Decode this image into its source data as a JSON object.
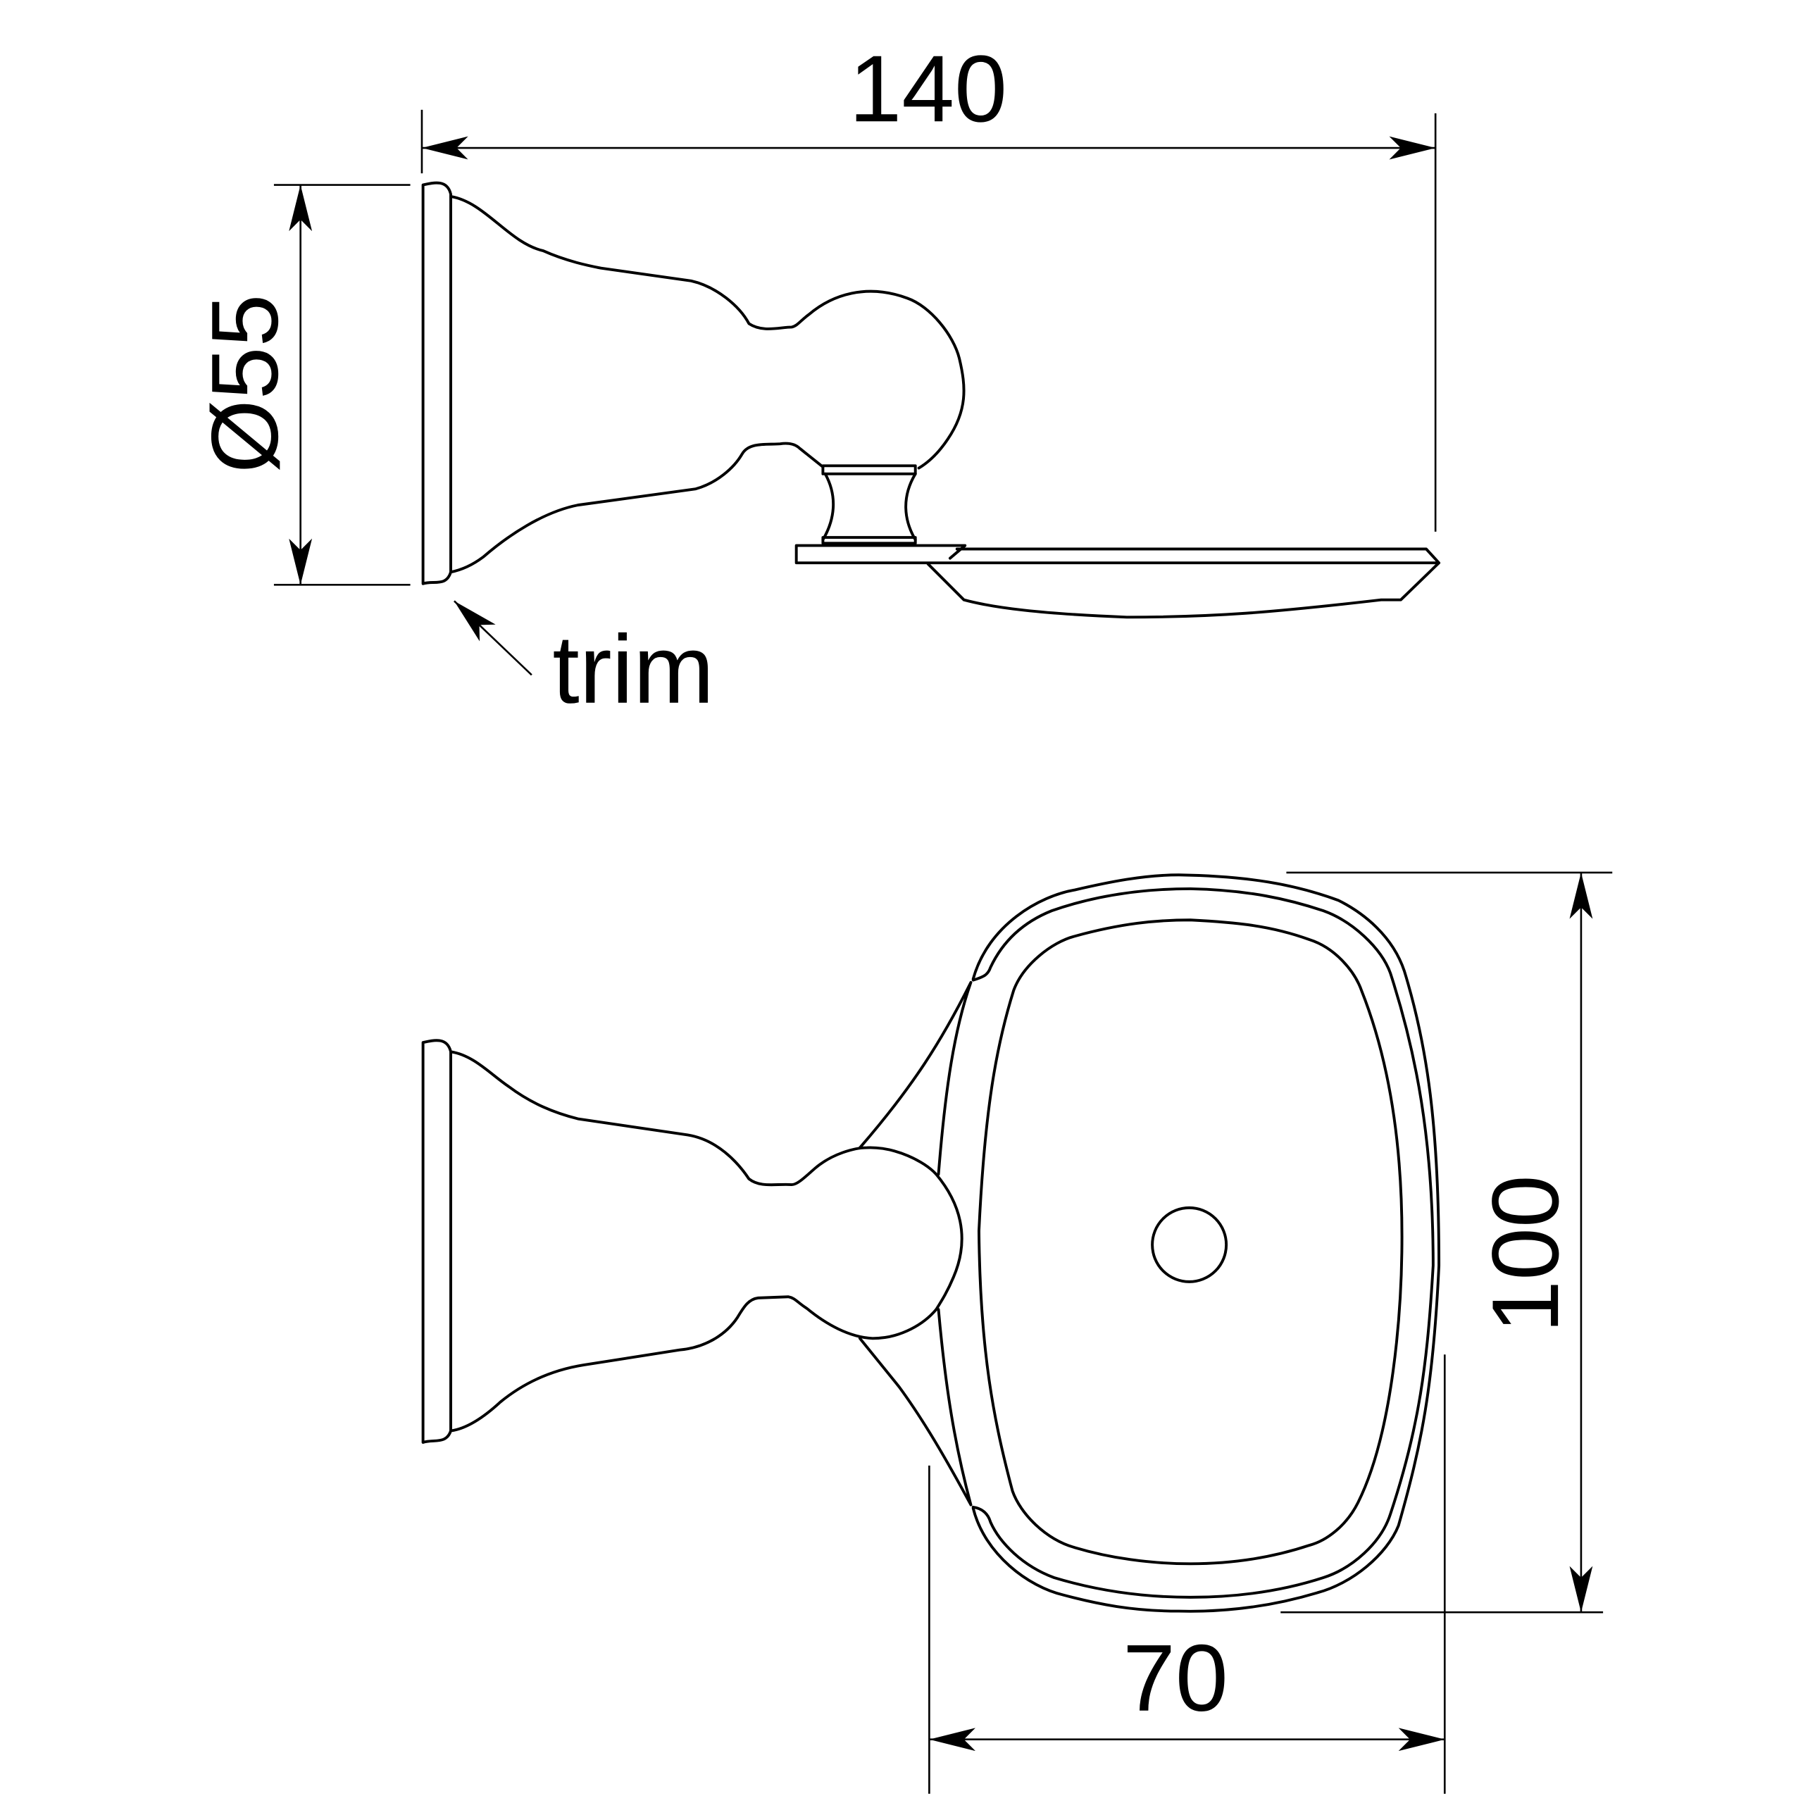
{
  "dimensions": {
    "overall_length": "140",
    "base_diameter": "Ø55",
    "dish_height": "100",
    "dish_width": "70"
  },
  "annotations": {
    "trim_label": "trim"
  },
  "colors": {
    "line": "#000000",
    "background": "#ffffff"
  }
}
